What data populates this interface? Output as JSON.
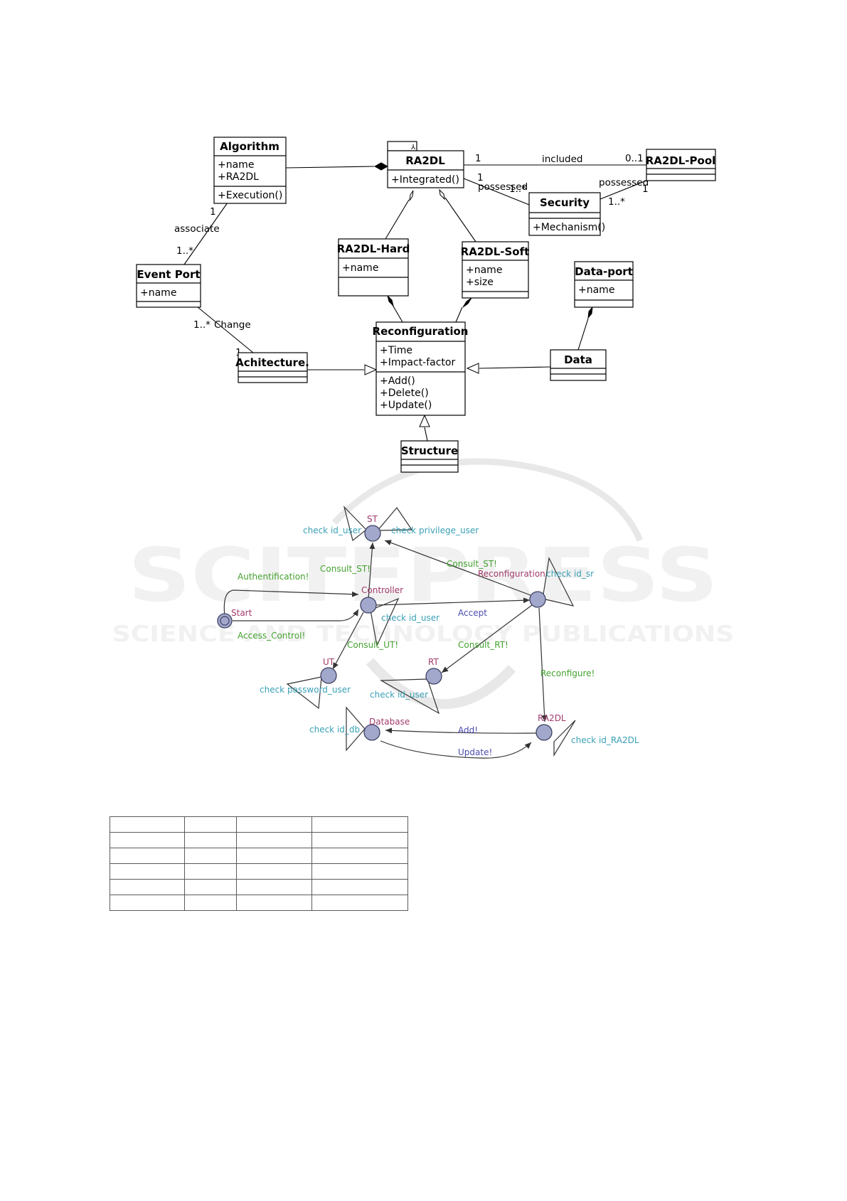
{
  "watermark": {
    "main": "SCITEPRESS",
    "sub": "SCIENCE AND TECHNOLOGY PUBLICATIONS"
  },
  "uml": {
    "classes": {
      "algorithm": {
        "title": "Algorithm",
        "attrs": [
          "+name",
          "+RA2DL"
        ],
        "ops": [
          "+Execution()"
        ]
      },
      "ra2dl": {
        "title": "RA2DL",
        "ops": [
          "+Integrated()"
        ]
      },
      "pool": {
        "title": "RA2DL-Pool"
      },
      "security": {
        "title": "Security",
        "ops": [
          "+Mechanism()"
        ]
      },
      "hard": {
        "title": "RA2DL-Hard",
        "attrs": [
          "+name"
        ]
      },
      "soft": {
        "title": "RA2DL-Soft",
        "attrs": [
          "+name",
          "+size"
        ]
      },
      "eventport": {
        "title": "Event Port",
        "attrs": [
          "+name"
        ]
      },
      "dataport": {
        "title": "Data-port",
        "attrs": [
          "+name"
        ]
      },
      "reconf": {
        "title": "Reconfiguration",
        "attrs": [
          "+Time",
          "+Impact-factor"
        ],
        "ops": [
          "+Add()",
          "+Delete()",
          "+Update()"
        ]
      },
      "arch": {
        "title": "Achitecture."
      },
      "data": {
        "title": "Data"
      },
      "structure": {
        "title": "Structure"
      }
    },
    "labels": {
      "m1": "1",
      "included": "included",
      "m01": "0..1",
      "m1b": "1",
      "possessed1": "possessed",
      "m1star1": "1..*",
      "possessed2": "possessed",
      "m1c": "1",
      "m1star2": "1..*",
      "m1d": "1",
      "associate": "associate",
      "m1star3": "1..*",
      "m1star4": "1..*",
      "change": "Change",
      "m1e": "1"
    }
  },
  "automaton": {
    "locations": {
      "st": "ST",
      "controller": "Controller",
      "start": "Start",
      "ut": "UT",
      "rt": "RT",
      "sr": "Reconfiguration",
      "database": "Database",
      "ra2dl": "RA2DL"
    },
    "labels": {
      "check_id_user_st": "check id_user",
      "check_privilege_user": "check privilege_user",
      "consult_st1": "Consult_ST!",
      "consult_st2": "Consult_ST!",
      "check_id_sr": "check id_sr",
      "authentification": "Authentification!",
      "check_id_user_ctrl": "check id_user",
      "accept": "Accept",
      "access_control": "Access_Control!",
      "consult_ut": "Consult_UT!",
      "consult_rt": "Consult_RT!",
      "reconfigure": "Reconfigure!",
      "check_password_user": "check password_user",
      "check_id_user_rt": "check id_user",
      "check_id_db": "check id_db",
      "add": "Add!",
      "update": "Update!",
      "check_id_ra2dl": "check id_RA2DL"
    }
  },
  "table": {
    "rows": [
      [
        "",
        "",
        "",
        ""
      ],
      [
        "",
        "",
        "",
        ""
      ],
      [
        "",
        "",
        "",
        ""
      ],
      [
        "",
        "",
        "",
        ""
      ],
      [
        "",
        "",
        "",
        ""
      ],
      [
        "",
        "",
        "",
        ""
      ]
    ]
  }
}
